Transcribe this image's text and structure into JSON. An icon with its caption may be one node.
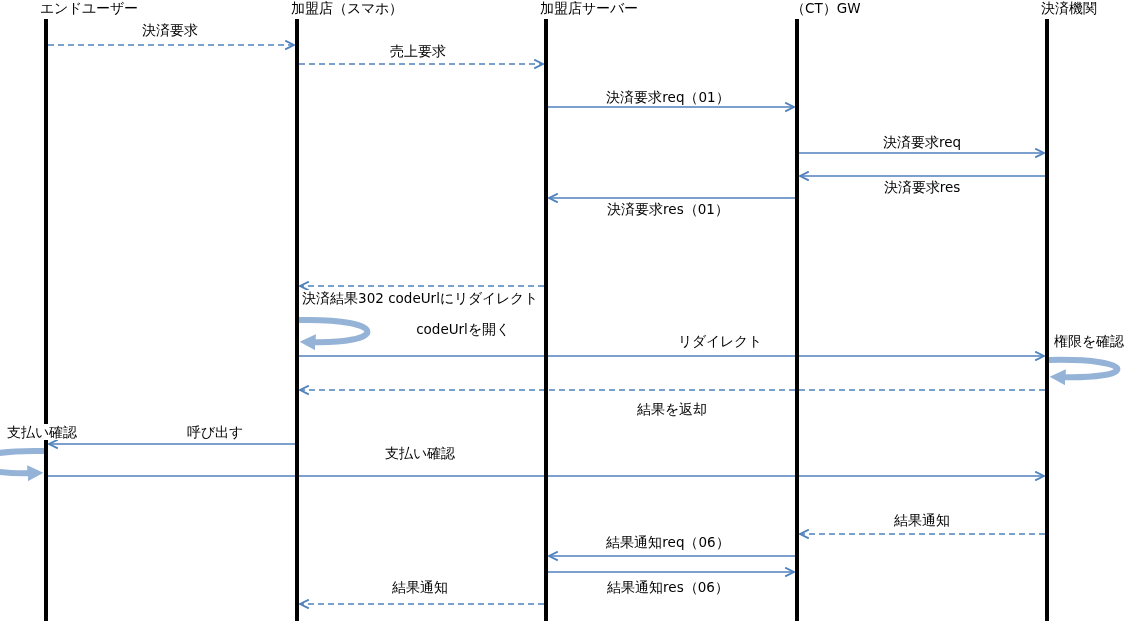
{
  "diagram": {
    "nodes": [
      {
        "text": [
          "エンドユーザー"
        ]
      },
      {
        "text": [
          "加盟店（スマホ）"
        ]
      },
      {
        "text": [
          "加盟店サーバー"
        ]
      },
      {
        "text": [
          "（CT）GW"
        ]
      },
      {
        "text": [
          "決済機関"
        ]
      }
    ],
    "edges": [
      {
        "from": 0,
        "to": 1,
        "arrow": "to",
        "style": "dashed",
        "label": "決済要求"
      },
      {
        "from": 1,
        "to": 2,
        "arrow": "to",
        "style": "dashed",
        "label": "売上要求"
      },
      {
        "from": 2,
        "to": 3,
        "arrow": "to",
        "label": "決済要求req（01）"
      },
      {
        "from": 3,
        "to": 4,
        "arrow": "to",
        "label": "決済要求req"
      },
      {
        "from": 4,
        "to": 3,
        "arrow": "to",
        "label": "決済要求res"
      },
      {
        "from": 3,
        "to": 2,
        "arrow": "to",
        "label": "決済要求res（01）"
      },
      {
        "from": 2,
        "to": 1,
        "arrow": "to",
        "style": "dashed",
        "label": "決済結果302 codeUrlにリダイレクト"
      },
      {
        "from": 1,
        "to": 1,
        "arrow": "to",
        "style": "thick",
        "color": "#95b3d7",
        "label": "codeUrlを開く"
      },
      {
        "from": 1,
        "to": 4,
        "arrow": "to",
        "label": "リダイレクト"
      },
      {
        "from": 4,
        "to": 4,
        "arrow": "to",
        "style": "thick",
        "color": "#95b3d7",
        "label": "権限を確認"
      },
      {
        "from": 4,
        "to": 1,
        "arrow": "to",
        "style": "dashed",
        "label": "結果を返却"
      },
      {
        "from": 1,
        "to": 0,
        "arrow": "to",
        "label": "呼び出す"
      },
      {
        "from": 0,
        "to": 0,
        "arrow": "to",
        "style": "thick",
        "color": "#95b3d7",
        "label": "支払い確認"
      },
      {
        "from": 0,
        "to": 4,
        "arrow": "to",
        "label": "支払い確認"
      },
      {
        "from": 4,
        "to": 3,
        "arrow": "to",
        "style": "dashed",
        "label": "結果通知"
      },
      {
        "from": 3,
        "to": 2,
        "arrow": "to",
        "label": "結果通知req（06）"
      },
      {
        "from": 2,
        "to": 3,
        "arrow": "to",
        "label": "結果通知res（06）"
      },
      {
        "from": 2,
        "to": 1,
        "arrow": "to",
        "style": "dashed",
        "label": "結果通知"
      }
    ]
  }
}
